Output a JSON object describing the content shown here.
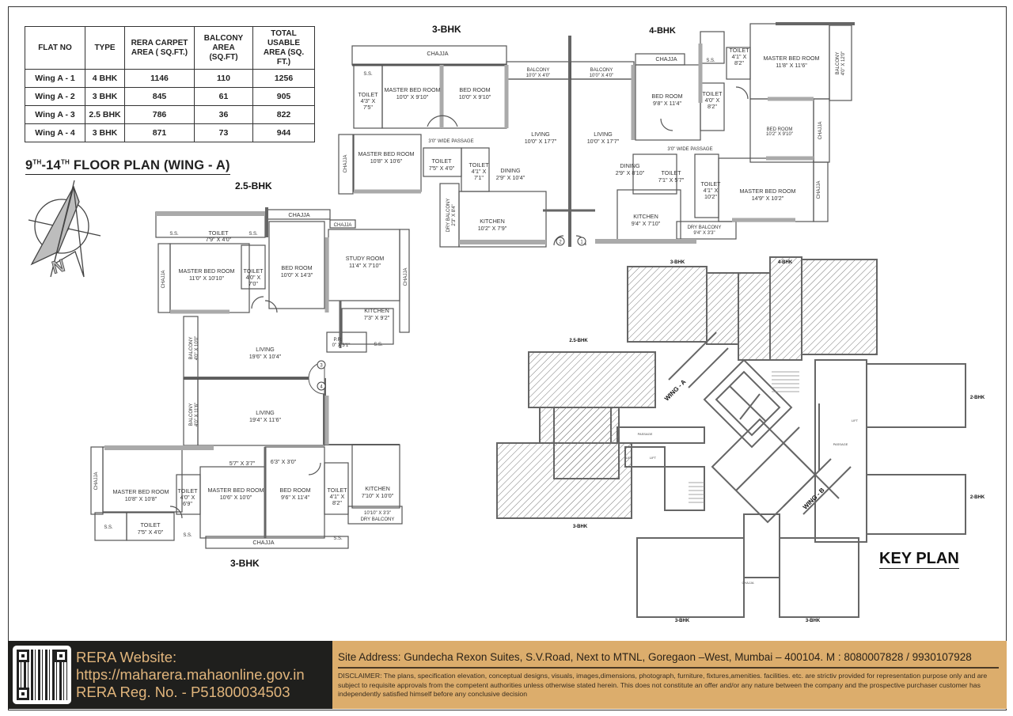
{
  "document": {
    "plan_title": "FLOOR PLAN (WING - A)",
    "plan_title_from": "9",
    "plan_title_to": "14",
    "plan_title_sup": "TH"
  },
  "area_table": {
    "headers": [
      "FLAT NO",
      "TYPE",
      "RERA CARPET AREA ( SQ.FT.)",
      "BALCONY AREA (SQ.FT)",
      "TOTAL USABLE AREA (SQ. FT.)"
    ],
    "rows": [
      [
        "Wing A - 1",
        "4 BHK",
        "1146",
        "110",
        "1256"
      ],
      [
        "Wing A - 2",
        "3 BHK",
        "845",
        "61",
        "905"
      ],
      [
        "Wing A - 3",
        "2.5 BHK",
        "786",
        "36",
        "822"
      ],
      [
        "Wing A - 4",
        "3 BHK",
        "871",
        "73",
        "944"
      ]
    ]
  },
  "units": {
    "top_left": "3-BHK",
    "top_right": "4-BHK",
    "middle_left": "2.5-BHK",
    "bottom_left": "3-BHK"
  },
  "rooms": {
    "u1_chajja": "CHAJJA",
    "u1_master": "MASTER BED ROOM",
    "u1_master_dim": "10'0\" X 9'10\"",
    "u1_bed": "BED ROOM",
    "u1_bed_dim": "10'0\" X 9'10\"",
    "u1_toilet": "TOILET",
    "u1_toilet_dim1": "4'3\" X",
    "u1_toilet_dim2": "7'5\"",
    "u1_ss": "S.S.",
    "u1_balcony": "BALCONY",
    "u1_balcony_dim": "10'0\" X 4'0\"",
    "u1_living": "LIVING",
    "u1_living_dim": "10'0\" X 17'7\"",
    "u1_passage": "3'0\" WIDE PASSAGE",
    "u1_master2": "MASTER BED ROOM",
    "u1_master2_dim": "10'8\" X 10'6\"",
    "u1_toilet2": "TOILET",
    "u1_toilet2_dim": "7'5\" X 4'0\"",
    "u1_toilet3": "TOILET",
    "u1_toilet3_dim1": "4'1\" X",
    "u1_toilet3_dim2": "7'1\"",
    "u1_dining": "DINING",
    "u1_dining_dim": "2'9\" X 10'4\"",
    "u1_kitchen": "KITCHEN",
    "u1_kitchen_dim": "10'2\" X 7'9\"",
    "u1_dry": "DRY BALCONY",
    "u1_dry_dim": "2'3\" X 8'4\"",
    "u1_chajja_side": "CHAJJA",
    "u2_chajja": "CHAJJA",
    "u2_balcony": "BALCONY",
    "u2_balcony_dim": "10'0\" X 4'0\"",
    "u2_bed": "BED ROOM",
    "u2_bed_dim": "9'8\" X 11'4\"",
    "u2_toilet": "TOILET",
    "u2_toilet_dim1": "4'0\" X",
    "u2_toilet_dim2": "8'2\"",
    "u2_toilet_b": "TOILET",
    "u2_toilet_b_dim1": "4'1\" X",
    "u2_toilet_b_dim2": "8'2\"",
    "u2_ss": "S.S.",
    "u2_master": "MASTER BED ROOM",
    "u2_master_dim": "11'8\" X 11'6\"",
    "u2_balcony2": "BALCONY",
    "u2_balcony2_dim": "4'0\" X 12'0\"",
    "u2_living": "LIVING",
    "u2_living_dim": "10'0\" X 17'7\"",
    "u2_bed2": "BED ROOM",
    "u2_bed2_dim": "10'2\" X 9'10\"",
    "u2_passage": "3'0\" WIDE PASSAGE",
    "u2_dining": "DINING",
    "u2_dining_dim": "2'9\" X 8'10\"",
    "u2_toilet3": "TOILET",
    "u2_toilet3_dim": "7'1\" X 5'7\"",
    "u2_toilet4": "TOILET",
    "u2_toilet4_dim1": "4'1\" X",
    "u2_toilet4_dim2": "10'2\"",
    "u2_master2": "MASTER BED ROOM",
    "u2_master2_dim": "14'9\" X 10'2\"",
    "u2_kitchen": "KITCHEN",
    "u2_kitchen_dim": "9'4\" X 7'10\"",
    "u2_dry": "DRY BALCONY",
    "u2_dry_dim": "9'4\" X 3'3\"",
    "u2_chajja_side": "CHAJJA",
    "u3_chajja": "CHAJJA",
    "u3_chajja2": "CHAJJA",
    "u3_toilet": "TOILET",
    "u3_toilet_dim": "7'9\" X 4'0\"",
    "u3_ss": "S.S.",
    "u3_master": "MASTER BED ROOM",
    "u3_master_dim": "11'0\" X 10'10\"",
    "u3_toilet2": "TOILET",
    "u3_toilet2_dim1": "4'0\" X",
    "u3_toilet2_dim2": "7'0\"",
    "u3_bed": "BED ROOM",
    "u3_bed_dim": "10'0\" X 14'3\"",
    "u3_study": "STUDY ROOM",
    "u3_study_dim": "11'4\" X 7'10\"",
    "u3_kitchen": "KITCHEN",
    "u3_kitchen_dim": "7'3\" X 9'2\"",
    "u3_pr": "P.R.",
    "u3_pr_dim": "0\" X 3'1\"",
    "u3_living": "LIVING",
    "u3_living_dim": "19'6\" X 10'4\"",
    "u3_balcony": "BALCONY",
    "u3_balcony_dim": "4'0\" X 10'0\"",
    "u3_chajja_side": "CHAJJA",
    "u4_living": "LIVING",
    "u4_living_dim": "19'4\" X 11'6\"",
    "u4_balcony": "BALCONY",
    "u4_balcony_dim": "4'0\" X 11'6\"",
    "u4_master": "MASTER BED ROOM",
    "u4_master_dim": "10'8\" X 10'8\"",
    "u4_toilet": "TOILET",
    "u4_toilet_dim1": "4'0\" X",
    "u4_toilet_dim2": "6'9\"",
    "u4_toilet2": "TOILET",
    "u4_toilet2_dim": "7'5\" X 4'0\"",
    "u4_master2": "MASTER BED ROOM",
    "u4_master2_dim": "10'6\" X 10'0\"",
    "u4_niche1": "5'7\" X 3'7\"",
    "u4_niche2": "6'3\" X 3'0\"",
    "u4_bed": "BED ROOM",
    "u4_bed_dim": "9'6\" X 11'4\"",
    "u4_toilet3": "TOILET",
    "u4_toilet3_dim1": "4'1\" X",
    "u4_toilet3_dim2": "8'2\"",
    "u4_kitchen": "KITCHEN",
    "u4_kitchen_dim": "7'10\" X 10'0\"",
    "u4_dry": "DRY BALCONY",
    "u4_dry_dim": "10'10\" X 3'3\"",
    "u4_chajja": "CHAJJA",
    "u4_ss": "S.S.",
    "u4_chajja_side": "CHAJJA",
    "door_1": "1",
    "door_2": "2",
    "door_3": "3",
    "door_4": "4"
  },
  "key_plan": {
    "title": "KEY PLAN",
    "wing_a": "WING - A",
    "wing_b": "WING - B",
    "tags": [
      "3-BHK",
      "4-BHK",
      "2.5-BHK",
      "2-BHK",
      "2-BHK",
      "3-BHK",
      "3-BHK",
      "3-BHK"
    ],
    "lift": "LIFT",
    "passage": "PASSAGE",
    "chajja": "CHAJJA"
  },
  "footer": {
    "rera_line1": "RERA Website:",
    "rera_line2": "https://maharera.mahaonline.gov.in",
    "rera_line3": "RERA Reg. No. - P51800034503",
    "site_address": "Site Address: Gundecha Rexon Suites, S.V.Road, Next to MTNL, Goregaon –West, Mumbai – 400104. M : 8080007828 / 9930107928",
    "disclaimer": "DISCLAIMER: The plans, specification elevation, conceptual designs, visuals, images,dimensions, photograph, furniture, fixtures,amenities. facilities. etc. are strictiv provided for representation purpose only and are subject to requisite approvals from the competent authorities unless otherwise stated herein. This does not constitute an offer and/or any nature between the company and the prospective purchaser customer has independently satisfied himself before any conclusive decision"
  },
  "colors": {
    "footer_dark": "#1f1f1d",
    "footer_gold": "#dcad6c",
    "rera_text": "#e1b57c",
    "wall": "#5a5a5a",
    "wall_fill": "#b9b9b9"
  }
}
